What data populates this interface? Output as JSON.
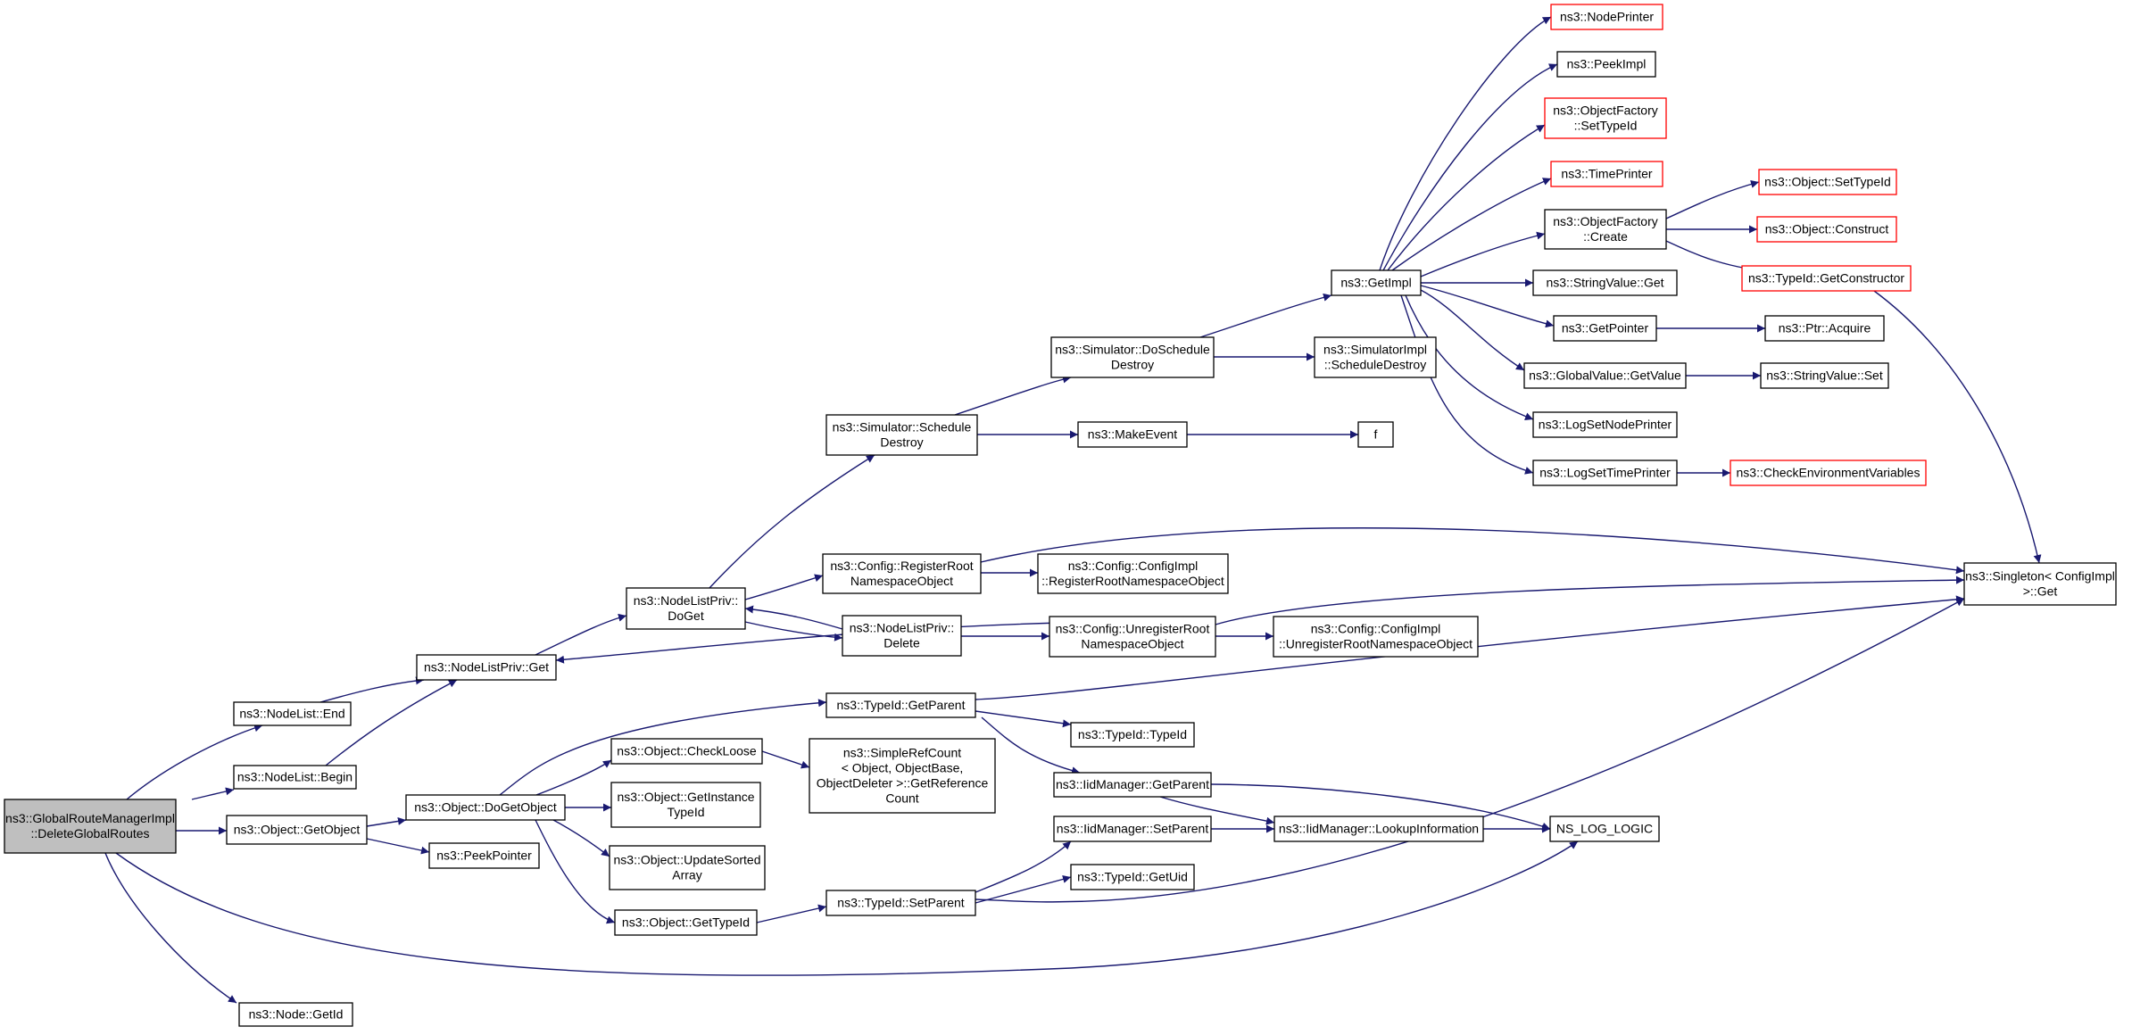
{
  "colors": {
    "edge": "#191970",
    "node_border": "#000000",
    "undocumented_border": "#ff0000",
    "root_fill": "#bfbfbf",
    "background": "#ffffff"
  },
  "nodes": [
    {
      "id": "root",
      "lines": [
        "ns3::GlobalRouteManagerImpl",
        "::DeleteGlobalRoutes"
      ],
      "style": "root"
    },
    {
      "id": "nodelist_end",
      "lines": [
        "ns3::NodeList::End"
      ],
      "style": "normal"
    },
    {
      "id": "nodelist_begin",
      "lines": [
        "ns3::NodeList::Begin"
      ],
      "style": "normal"
    },
    {
      "id": "object_getobject",
      "lines": [
        "ns3::Object::GetObject"
      ],
      "style": "normal"
    },
    {
      "id": "node_getid",
      "lines": [
        "ns3::Node::GetId"
      ],
      "style": "normal"
    },
    {
      "id": "nodelistpriv_get",
      "lines": [
        "ns3::NodeListPriv::Get"
      ],
      "style": "normal"
    },
    {
      "id": "object_dogetobject",
      "lines": [
        "ns3::Object::DoGetObject"
      ],
      "style": "normal"
    },
    {
      "id": "peekpointer",
      "lines": [
        "ns3::PeekPointer"
      ],
      "style": "normal"
    },
    {
      "id": "nodelistpriv_doget",
      "lines": [
        "ns3::NodeListPriv::",
        "DoGet"
      ],
      "style": "normal"
    },
    {
      "id": "object_checkloose",
      "lines": [
        "ns3::Object::CheckLoose"
      ],
      "style": "normal"
    },
    {
      "id": "object_getinstancetypeid",
      "lines": [
        "ns3::Object::GetInstance",
        "TypeId"
      ],
      "style": "normal"
    },
    {
      "id": "object_updatesortedarray",
      "lines": [
        "ns3::Object::UpdateSorted",
        "Array"
      ],
      "style": "normal"
    },
    {
      "id": "object_gettypeid",
      "lines": [
        "ns3::Object::GetTypeId"
      ],
      "style": "normal"
    },
    {
      "id": "simulator_scheduledestroy",
      "lines": [
        "ns3::Simulator::Schedule",
        "Destroy"
      ],
      "style": "normal"
    },
    {
      "id": "config_registerroot",
      "lines": [
        "ns3::Config::RegisterRoot",
        "NamespaceObject"
      ],
      "style": "normal"
    },
    {
      "id": "nodelistpriv_delete",
      "lines": [
        "ns3::NodeListPriv::",
        "Delete"
      ],
      "style": "normal"
    },
    {
      "id": "typeid_getparent",
      "lines": [
        "ns3::TypeId::GetParent"
      ],
      "style": "normal"
    },
    {
      "id": "simplerefcount",
      "lines": [
        "ns3::SimpleRefCount",
        "< Object, ObjectBase,",
        "ObjectDeleter >::GetReference",
        "Count"
      ],
      "style": "normal"
    },
    {
      "id": "typeid_setparent",
      "lines": [
        "ns3::TypeId::SetParent"
      ],
      "style": "normal"
    },
    {
      "id": "simulator_doscheduledestroy",
      "lines": [
        "ns3::Simulator::DoSchedule",
        "Destroy"
      ],
      "style": "normal"
    },
    {
      "id": "makeevent",
      "lines": [
        "ns3::MakeEvent"
      ],
      "style": "normal"
    },
    {
      "id": "configimpl_registerroot",
      "lines": [
        "ns3::Config::ConfigImpl",
        "::RegisterRootNamespaceObject"
      ],
      "style": "normal"
    },
    {
      "id": "config_unregisterroot",
      "lines": [
        "ns3::Config::UnregisterRoot",
        "NamespaceObject"
      ],
      "style": "normal"
    },
    {
      "id": "typeid_typeid",
      "lines": [
        "ns3::TypeId::TypeId"
      ],
      "style": "normal"
    },
    {
      "id": "iidmanager_getparent",
      "lines": [
        "ns3::IidManager::GetParent"
      ],
      "style": "normal"
    },
    {
      "id": "iidmanager_setparent",
      "lines": [
        "ns3::IidManager::SetParent"
      ],
      "style": "normal"
    },
    {
      "id": "typeid_getuid",
      "lines": [
        "ns3::TypeId::GetUid"
      ],
      "style": "normal"
    },
    {
      "id": "getimpl",
      "lines": [
        "ns3::GetImpl"
      ],
      "style": "normal"
    },
    {
      "id": "simulatorimpl_scheduledestroy",
      "lines": [
        "ns3::SimulatorImpl",
        "::ScheduleDestroy"
      ],
      "style": "normal"
    },
    {
      "id": "f",
      "lines": [
        "f"
      ],
      "style": "normal"
    },
    {
      "id": "configimpl_unregisterroot",
      "lines": [
        "ns3::Config::ConfigImpl",
        "::UnregisterRootNamespaceObject"
      ],
      "style": "normal"
    },
    {
      "id": "iidmanager_lookupinformation",
      "lines": [
        "ns3::IidManager::LookupInformation"
      ],
      "style": "normal"
    },
    {
      "id": "ns_log_logic",
      "lines": [
        "NS_LOG_LOGIC"
      ],
      "style": "normal"
    },
    {
      "id": "nodeprinter",
      "lines": [
        "ns3::NodePrinter"
      ],
      "style": "undocumented"
    },
    {
      "id": "peekimpl",
      "lines": [
        "ns3::PeekImpl"
      ],
      "style": "normal"
    },
    {
      "id": "objectfactory_settypeid",
      "lines": [
        "ns3::ObjectFactory",
        "::SetTypeId"
      ],
      "style": "undocumented"
    },
    {
      "id": "timeprinter",
      "lines": [
        "ns3::TimePrinter"
      ],
      "style": "undocumented"
    },
    {
      "id": "objectfactory_create",
      "lines": [
        "ns3::ObjectFactory",
        "::Create"
      ],
      "style": "normal"
    },
    {
      "id": "stringvalue_get",
      "lines": [
        "ns3::StringValue::Get"
      ],
      "style": "normal"
    },
    {
      "id": "getpointer",
      "lines": [
        "ns3::GetPointer"
      ],
      "style": "normal"
    },
    {
      "id": "globalvalue_getvalue",
      "lines": [
        "ns3::GlobalValue::GetValue"
      ],
      "style": "normal"
    },
    {
      "id": "logsetnodeprinter",
      "lines": [
        "ns3::LogSetNodePrinter"
      ],
      "style": "normal"
    },
    {
      "id": "logsettimeprinter",
      "lines": [
        "ns3::LogSetTimePrinter"
      ],
      "style": "normal"
    },
    {
      "id": "object_settypeid",
      "lines": [
        "ns3::Object::SetTypeId"
      ],
      "style": "undocumented"
    },
    {
      "id": "object_construct",
      "lines": [
        "ns3::Object::Construct"
      ],
      "style": "undocumented"
    },
    {
      "id": "typeid_getconstructor",
      "lines": [
        "ns3::TypeId::GetConstructor"
      ],
      "style": "undocumented"
    },
    {
      "id": "ptr_acquire",
      "lines": [
        "ns3::Ptr::Acquire"
      ],
      "style": "normal"
    },
    {
      "id": "stringvalue_set",
      "lines": [
        "ns3::StringValue::Set"
      ],
      "style": "normal"
    },
    {
      "id": "checkenvironmentvariables",
      "lines": [
        "ns3::CheckEnvironmentVariables"
      ],
      "style": "undocumented"
    },
    {
      "id": "singleton_get",
      "lines": [
        "ns3::Singleton< ConfigImpl",
        " >::Get"
      ],
      "style": "normal"
    }
  ]
}
